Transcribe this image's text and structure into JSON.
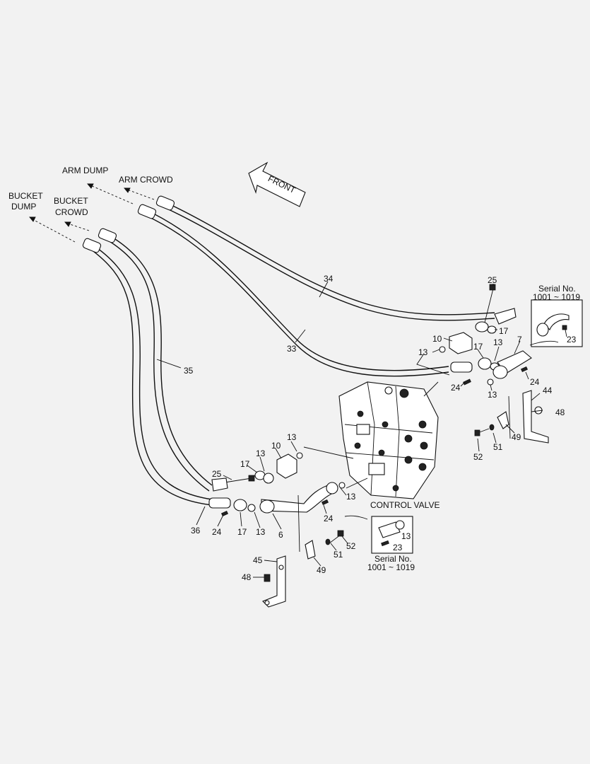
{
  "hose_labels": {
    "arm_dump": "ARM DUMP",
    "arm_crowd": "ARM CROWD",
    "bucket_dump_1": "BUCKET",
    "bucket_dump_2": "DUMP",
    "bucket_crowd_1": "BUCKET",
    "bucket_crowd_2": "CROWD"
  },
  "front_arrow_label": "FRONT",
  "control_valve_label": "CONTROL VALVE",
  "serial_box_top": {
    "line1": "Serial No.",
    "line2": "1001 ~ 1019",
    "part_23": "23"
  },
  "serial_box_bottom": {
    "line1": "Serial No.",
    "line2": "1001 ~ 1019",
    "part_13": "13",
    "part_23": "23"
  },
  "parts": {
    "p34": "34",
    "p33": "33",
    "p35": "35",
    "p36": "36",
    "p25_top": "25",
    "p17_top_a": "17",
    "p10_top": "10",
    "p13_top_a": "13",
    "p17_top_b": "17",
    "p13_top_b": "13",
    "p7": "7",
    "p24_top_a": "24",
    "p24_top_b": "24",
    "p13_top_c": "13",
    "p44": "44",
    "p48_top": "48",
    "p49_top": "49",
    "p51_top": "51",
    "p52_top": "52",
    "p13_mid_a": "13",
    "p10_mid": "10",
    "p13_mid_b": "13",
    "p17_mid": "17",
    "p25_mid": "25",
    "p13_mid_c": "13",
    "p24_mid": "24",
    "p24_bot": "24",
    "p17_bot": "17",
    "p13_bot": "13",
    "p6": "6",
    "p52_bot": "52",
    "p51_bot": "51",
    "p45": "45",
    "p49_bot": "49",
    "p48_bot": "48"
  }
}
